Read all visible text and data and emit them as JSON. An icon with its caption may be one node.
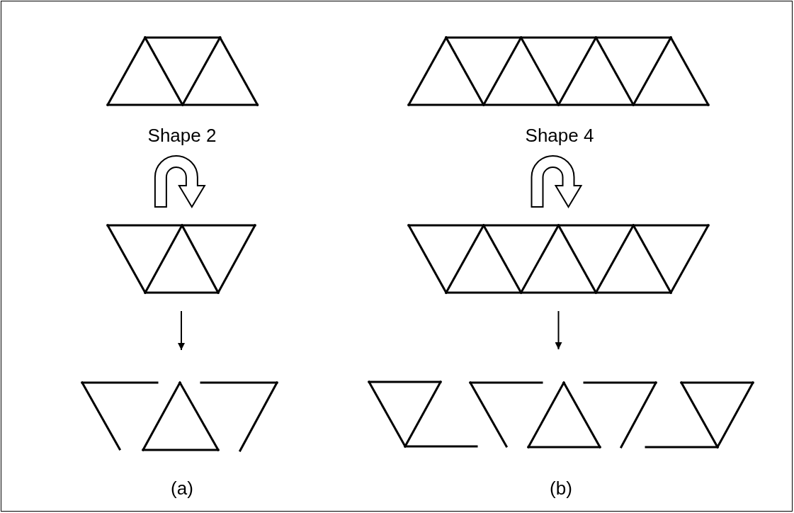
{
  "diagram": {
    "nodes": [
      {
        "text": [],
        "shape": "picture",
        "beside": [
          "Shape 2"
        ]
      },
      {
        "text": [],
        "shape": "picture",
        "beside": [
          "Shape 4"
        ]
      },
      {
        "text": [],
        "shape": "picture"
      },
      {
        "text": [],
        "shape": "picture"
      },
      {
        "text": [],
        "shape": "picture",
        "beside": [
          "(a)"
        ]
      },
      {
        "text": [],
        "shape": "picture",
        "beside": [
          "(b)"
        ]
      }
    ],
    "edges": [
      {
        "from": 0,
        "to": 2,
        "arrow": "to"
      },
      {
        "from": 1,
        "to": 3,
        "arrow": "to"
      },
      {
        "from": 2,
        "to": 4,
        "arrow": "to"
      },
      {
        "from": 3,
        "to": 5,
        "arrow": "to"
      }
    ]
  }
}
